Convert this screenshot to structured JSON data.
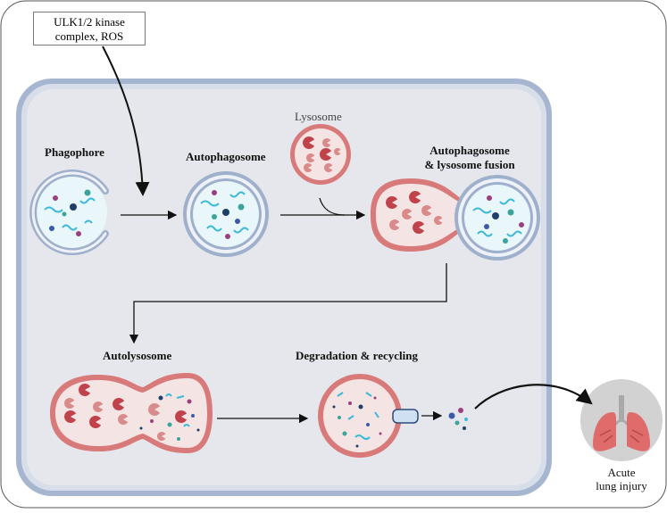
{
  "trigger": {
    "line1": "ULK1/2 kinase",
    "line2": "complex, ROS"
  },
  "stages": {
    "phagophore": "Phagophore",
    "autophagosome": "Autophagosome",
    "lysosome": "Lysosome",
    "fusion_line1": "Autophagosome",
    "fusion_line2": "& lysosome fusion",
    "autolysosome": "Autolysosome",
    "degradation": "Degradation & recycling"
  },
  "outcome": {
    "line1": "Acute",
    "line2": "lung injury"
  },
  "colors": {
    "cell_border": "#9aaecb",
    "cell_fill": "#e6e7ec",
    "membrane": "#a8b8d2",
    "lysosome_border": "#d97a7a",
    "lysosome_fill": "#f4e4e4",
    "enzyme": "#c0424a",
    "cargo": "#3cb8d8"
  }
}
